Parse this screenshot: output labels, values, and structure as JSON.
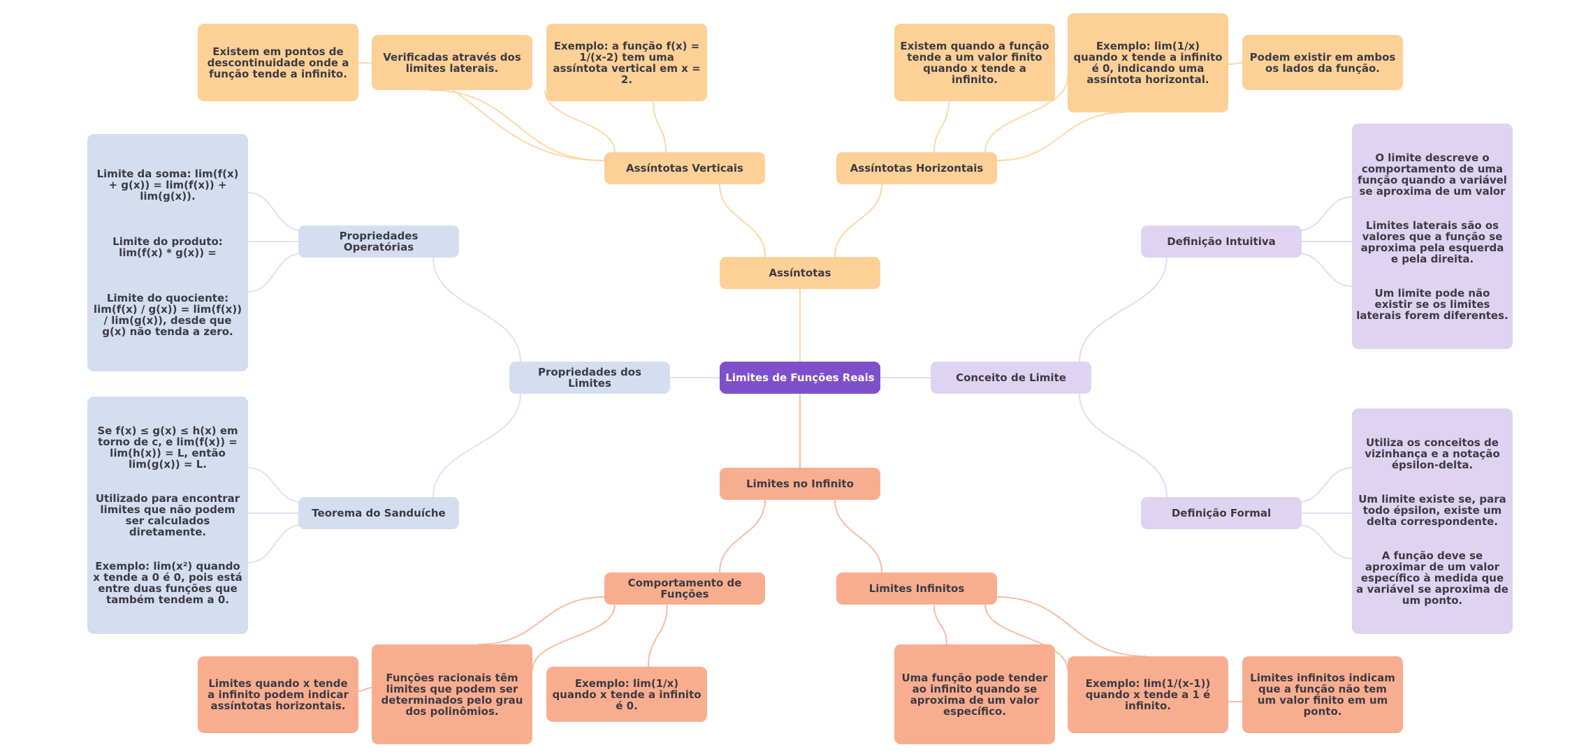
{
  "colors": {
    "center": "#7e4fcb",
    "asymptotes": "#fdd096",
    "infinity": "#f9ad8f",
    "properties": "#d5ddf1",
    "concept": "#ded3f0",
    "text": "#3b3b44"
  },
  "root": {
    "label": "Limites de Funções Reais"
  },
  "branches": {
    "assintotas": {
      "label": "Assíntotas",
      "verticais": {
        "label": "Assíntotas Verticais",
        "leaves": [
          "Existem em pontos de descontinuidade onde a função tende a infinito.",
          "Verificadas através dos limites laterais.",
          "Exemplo: a função f(x) = 1/(x-2) tem uma assíntota vertical em x = 2."
        ]
      },
      "horizontais": {
        "label": "Assíntotas Horizontais",
        "leaves": [
          "Existem quando a função tende a um valor finito quando x tende a infinito.",
          "Exemplo: lim(1/x) quando x tende a infinito é 0, indicando uma assíntota horizontal.",
          "Podem existir em ambos os lados da função."
        ]
      }
    },
    "propriedades": {
      "label": "Propriedades dos Limites",
      "operatorias": {
        "label": "Propriedades Operatórias",
        "leaves": [
          "Limite da soma: lim(f(x) + g(x)) = lim(f(x)) + lim(g(x)).",
          "Limite do produto: lim(f(x) * g(x)) =",
          "Limite do quociente: lim(f(x) / g(x)) = lim(f(x)) / lim(g(x)), desde que g(x) não tenda a zero."
        ]
      },
      "sanduiche": {
        "label": "Teorema do Sanduíche",
        "leaves": [
          "Se f(x) ≤ g(x) ≤ h(x) em torno de c, e lim(f(x)) = lim(h(x)) = L, então lim(g(x)) = L.",
          "Utilizado para encontrar limites que não podem ser calculados diretamente.",
          "Exemplo: lim(x²) quando x tende a 0 é 0, pois está entre duas funções que também tendem a 0."
        ]
      }
    },
    "conceito": {
      "label": "Conceito de Limite",
      "intuitiva": {
        "label": "Definição Intuitiva",
        "leaves": [
          "O limite descreve o comportamento de uma função quando a variável se aproxima de um valor",
          "Limites laterais são os valores que a função se aproxima pela esquerda e pela direita.",
          "Um limite pode não existir se os limites laterais forem diferentes."
        ]
      },
      "formal": {
        "label": "Definição Formal",
        "leaves": [
          "Utiliza os conceitos de vizinhança e a notação épsilon-delta.",
          "Um limite existe se, para todo épsilon, existe um delta correspondente.",
          "A função deve se aproximar de um valor específico à medida que a variável se aproxima de um ponto."
        ]
      }
    },
    "infinito": {
      "label": "Limites no Infinito",
      "comportamento": {
        "label": "Comportamento de Funções",
        "leaves": [
          "Limites quando x tende a infinito podem indicar assíntotas horizontais.",
          "Funções racionais têm limites que podem ser determinados pelo grau dos polinômios.",
          "Exemplo: lim(1/x) quando x tende a infinito é 0."
        ]
      },
      "infinitos": {
        "label": "Limites Infinitos",
        "leaves": [
          "Uma função pode tender ao infinito quando se aproxima de um valor específico.",
          "Exemplo: lim(1/(x-1)) quando x tende a 1 é infinito.",
          "Limites infinitos indicam que a função não tem um valor finito em um ponto."
        ]
      }
    }
  }
}
